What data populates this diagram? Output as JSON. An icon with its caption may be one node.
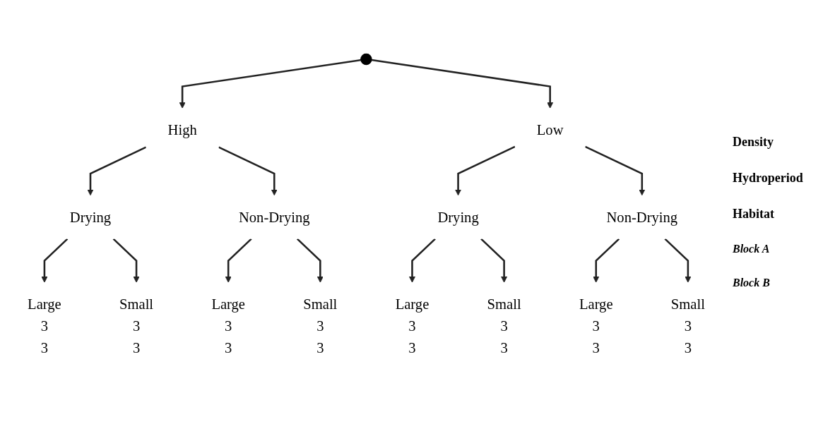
{
  "diagram": {
    "nodes": [
      {
        "text": [
          "High"
        ]
      },
      {
        "text": [
          "Low"
        ]
      },
      {
        "text": [
          "Drying"
        ]
      },
      {
        "text": [
          "Non-Drying"
        ]
      },
      {
        "text": [
          "Drying"
        ]
      },
      {
        "text": [
          "Non-Drying"
        ]
      },
      {
        "text": [
          "Large"
        ],
        "beside": [
          "3",
          "3"
        ]
      },
      {
        "text": [
          "Small"
        ],
        "beside": [
          "3",
          "3"
        ]
      },
      {
        "text": [
          "Large"
        ],
        "beside": [
          "3",
          "3"
        ]
      },
      {
        "text": [
          "Small"
        ],
        "beside": [
          "3",
          "3"
        ]
      },
      {
        "text": [
          "Large"
        ],
        "beside": [
          "3",
          "3"
        ]
      },
      {
        "text": [
          "Small"
        ],
        "beside": [
          "3",
          "3"
        ]
      },
      {
        "text": [
          "Large"
        ],
        "beside": [
          "3",
          "3"
        ]
      },
      {
        "text": [
          "Small"
        ],
        "beside": [
          "3",
          "3"
        ]
      }
    ],
    "edges": [
      {
        "from": null,
        "to": 0,
        "arrow": "to"
      },
      {
        "from": null,
        "to": 1,
        "arrow": "to"
      },
      {
        "from": 0,
        "to": 2,
        "arrow": "to"
      },
      {
        "from": 0,
        "to": 3,
        "arrow": "to"
      },
      {
        "from": 1,
        "to": 4,
        "arrow": "to"
      },
      {
        "from": 1,
        "to": 5,
        "arrow": "to"
      },
      {
        "from": 2,
        "to": 6,
        "arrow": "to"
      },
      {
        "from": 2,
        "to": 7,
        "arrow": "to"
      },
      {
        "from": 3,
        "to": 8,
        "arrow": "to"
      },
      {
        "from": 3,
        "to": 9,
        "arrow": "to"
      },
      {
        "from": 4,
        "to": 10,
        "arrow": "to"
      },
      {
        "from": 4,
        "to": 11,
        "arrow": "to"
      },
      {
        "from": 5,
        "to": 12,
        "arrow": "to"
      },
      {
        "from": 5,
        "to": 13,
        "arrow": "to"
      }
    ],
    "labels": [
      "Density",
      "Hydroperiod",
      "Habitat",
      "Block A",
      "Block B"
    ]
  }
}
